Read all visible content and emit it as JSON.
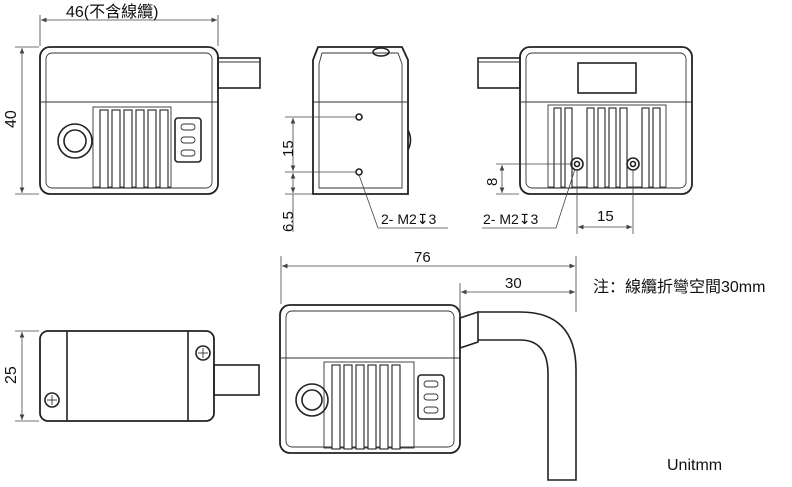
{
  "dimensions": {
    "top_width": "46(不含線纜)",
    "height_front": "40",
    "hole_spacing": "15",
    "hole_offset": "6.5",
    "thread_side": "2- M2↧3",
    "thread_back": "2- M2↧3",
    "back_offset": "8",
    "back_spacing": "15",
    "overall_length": "76",
    "bend_length": "30",
    "depth_top": "25"
  },
  "note": "注：線纜折彎空間30mm",
  "unit": "Unitmm"
}
